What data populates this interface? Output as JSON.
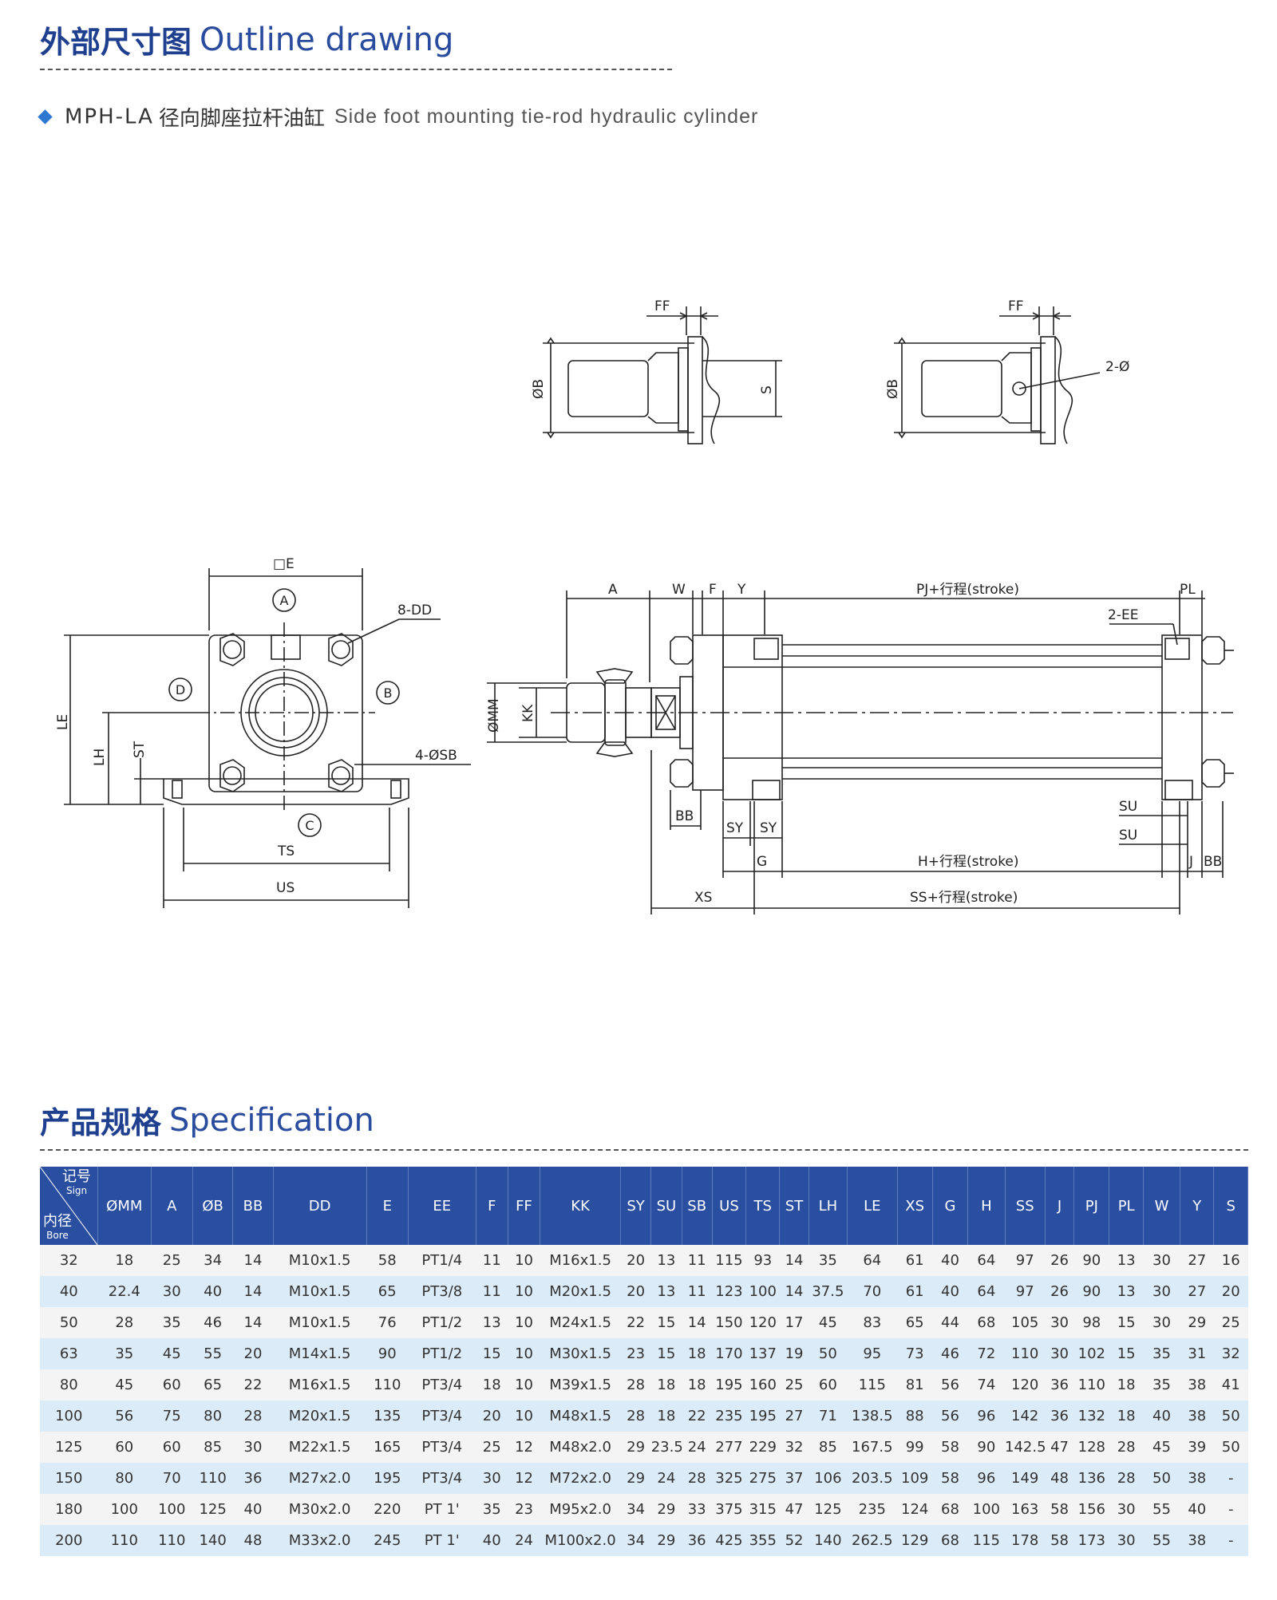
{
  "header": {
    "title_cn": "外部尺寸图",
    "title_en": "Outline drawing"
  },
  "subtitle": {
    "code": "MPH-LA",
    "cn": "径向脚座拉杆油缸",
    "en": "Side foot mounting tie-rod hydraulic cylinder"
  },
  "drawing": {
    "labels": {
      "ff": "FF",
      "b_dia": "ØB",
      "s": "S",
      "two_dia": "2-Ø",
      "e": "□E",
      "a": "A",
      "b": "B",
      "c": "C",
      "d": "D",
      "dd": "8-DD",
      "sb": "4-ØSB",
      "le": "LE",
      "lh": "LH",
      "st": "ST",
      "ts": "TS",
      "us": "US",
      "dim_a": "A",
      "w": "W",
      "f": "F",
      "y": "Y",
      "pj": "PJ+行程(stroke)",
      "pl": "PL",
      "ee": "2-EE",
      "mm": "ØMM",
      "kk": "KK",
      "bb": "BB",
      "sy1": "SY",
      "sy2": "SY",
      "su1": "SU",
      "su2": "SU",
      "g": "G",
      "h": "H+行程(stroke)",
      "j": "J",
      "bb2": "BB",
      "xs": "XS",
      "ss": "SS+行程(stroke)"
    }
  },
  "spec": {
    "title_cn": "产品规格",
    "title_en": "Specification",
    "corner": {
      "sign_cn": "记号",
      "sign_en": "Sign",
      "bore_cn": "内径",
      "bore_en": "Bore"
    },
    "columns": [
      "ØMM",
      "A",
      "ØB",
      "BB",
      "DD",
      "E",
      "EE",
      "F",
      "FF",
      "KK",
      "SY",
      "SU",
      "SB",
      "US",
      "TS",
      "ST",
      "LH",
      "LE",
      "XS",
      "G",
      "H",
      "SS",
      "J",
      "PJ",
      "PL",
      "W",
      "Y",
      "S"
    ],
    "rows": [
      [
        "32",
        "18",
        "25",
        "34",
        "14",
        "M10x1.5",
        "58",
        "PT1/4",
        "11",
        "10",
        "M16x1.5",
        "20",
        "13",
        "11",
        "115",
        "93",
        "14",
        "35",
        "64",
        "61",
        "40",
        "64",
        "97",
        "26",
        "90",
        "13",
        "30",
        "27",
        "16"
      ],
      [
        "40",
        "22.4",
        "30",
        "40",
        "14",
        "M10x1.5",
        "65",
        "PT3/8",
        "11",
        "10",
        "M20x1.5",
        "20",
        "13",
        "11",
        "123",
        "100",
        "14",
        "37.5",
        "70",
        "61",
        "40",
        "64",
        "97",
        "26",
        "90",
        "13",
        "30",
        "27",
        "20"
      ],
      [
        "50",
        "28",
        "35",
        "46",
        "14",
        "M10x1.5",
        "76",
        "PT1/2",
        "13",
        "10",
        "M24x1.5",
        "22",
        "15",
        "14",
        "150",
        "120",
        "17",
        "45",
        "83",
        "65",
        "44",
        "68",
        "105",
        "30",
        "98",
        "15",
        "30",
        "29",
        "25"
      ],
      [
        "63",
        "35",
        "45",
        "55",
        "20",
        "M14x1.5",
        "90",
        "PT1/2",
        "15",
        "10",
        "M30x1.5",
        "23",
        "15",
        "18",
        "170",
        "137",
        "19",
        "50",
        "95",
        "73",
        "46",
        "72",
        "110",
        "30",
        "102",
        "15",
        "35",
        "31",
        "32"
      ],
      [
        "80",
        "45",
        "60",
        "65",
        "22",
        "M16x1.5",
        "110",
        "PT3/4",
        "18",
        "10",
        "M39x1.5",
        "28",
        "18",
        "18",
        "195",
        "160",
        "25",
        "60",
        "115",
        "81",
        "56",
        "74",
        "120",
        "36",
        "110",
        "18",
        "35",
        "38",
        "41"
      ],
      [
        "100",
        "56",
        "75",
        "80",
        "28",
        "M20x1.5",
        "135",
        "PT3/4",
        "20",
        "10",
        "M48x1.5",
        "28",
        "18",
        "22",
        "235",
        "195",
        "27",
        "71",
        "138.5",
        "88",
        "56",
        "96",
        "142",
        "36",
        "132",
        "18",
        "40",
        "38",
        "50"
      ],
      [
        "125",
        "60",
        "60",
        "85",
        "30",
        "M22x1.5",
        "165",
        "PT3/4",
        "25",
        "12",
        "M48x2.0",
        "29",
        "23.5",
        "24",
        "277",
        "229",
        "32",
        "85",
        "167.5",
        "99",
        "58",
        "90",
        "142.5",
        "47",
        "128",
        "28",
        "45",
        "39",
        "50"
      ],
      [
        "150",
        "80",
        "70",
        "110",
        "36",
        "M27x2.0",
        "195",
        "PT3/4",
        "30",
        "12",
        "M72x2.0",
        "29",
        "24",
        "28",
        "325",
        "275",
        "37",
        "106",
        "203.5",
        "109",
        "58",
        "96",
        "149",
        "48",
        "136",
        "28",
        "50",
        "38",
        "-"
      ],
      [
        "180",
        "100",
        "100",
        "125",
        "40",
        "M30x2.0",
        "220",
        "PT 1'",
        "35",
        "23",
        "M95x2.0",
        "34",
        "29",
        "33",
        "375",
        "315",
        "47",
        "125",
        "235",
        "124",
        "68",
        "100",
        "163",
        "58",
        "156",
        "30",
        "55",
        "40",
        "-"
      ],
      [
        "200",
        "110",
        "110",
        "140",
        "48",
        "M33x2.0",
        "245",
        "PT 1'",
        "40",
        "24",
        "M100x2.0",
        "34",
        "29",
        "36",
        "425",
        "355",
        "52",
        "140",
        "262.5",
        "129",
        "68",
        "115",
        "178",
        "58",
        "173",
        "30",
        "55",
        "38",
        "-"
      ]
    ]
  }
}
